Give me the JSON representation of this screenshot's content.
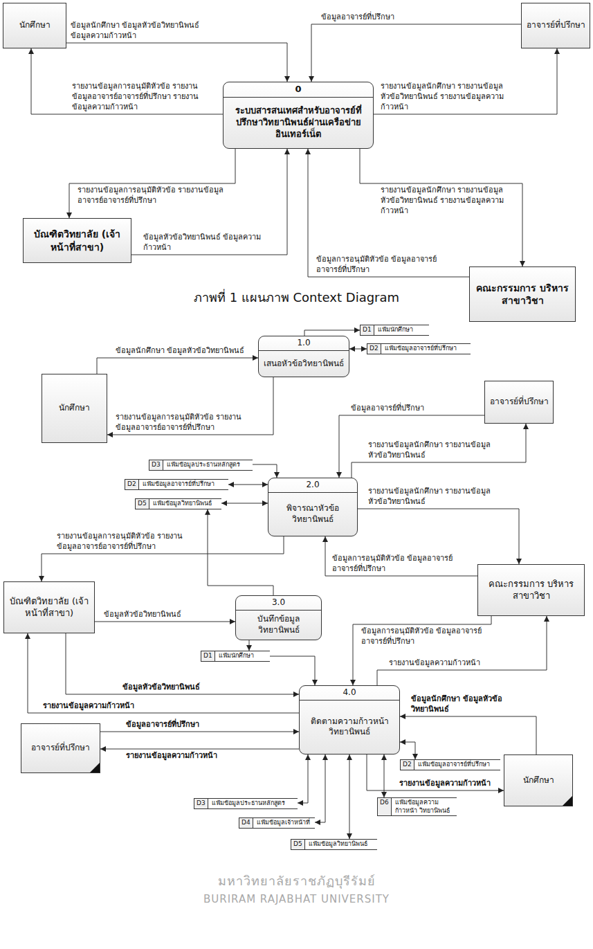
{
  "diagram": {
    "caption": "ภาพที่ 1 แผนภาพ Context Diagram",
    "nodes": [
      {
        "text": [
          "นักศึกษา"
        ]
      },
      {
        "text": [
          "อาจารย์ที่ปรึกษา"
        ]
      },
      {
        "text": [
          "0",
          "ระบบสารสนเทศสำหรับอาจารย์ที่ ปรึกษาวิทยานิพนธ์ผ่านเครือข่าย อินเทอร์เน็ต"
        ]
      },
      {
        "text": [
          "บัณฑิตวิทยาลัย (เจ้าหน้าที่สาขา)"
        ]
      },
      {
        "text": [
          "คณะกรรมการ บริหารสาขาวิชา"
        ]
      },
      {
        "text": [
          "1.0",
          "เสนอหัวข้อวิทยานิพนธ์"
        ]
      },
      {
        "text": [
          "D1",
          "แฟ้มนักศึกษา"
        ]
      },
      {
        "text": [
          "D2",
          "แฟ้มข้อมูลอาจารย์ที่ปรึกษา"
        ]
      },
      {
        "text": [
          "นักศึกษา"
        ]
      },
      {
        "text": [
          "อาจารย์ที่ปรึกษา"
        ]
      },
      {
        "text": [
          "D3",
          "แฟ้มข้อมูลประธานหลักสูตร"
        ]
      },
      {
        "text": [
          "2.0",
          "พิจารณาหัวข้อ วิทยานิพนธ์"
        ]
      },
      {
        "text": [
          "D2",
          "แฟ้มข้อมูลอาจารย์ที่ปรึกษา"
        ]
      },
      {
        "text": [
          "D5",
          "แฟ้มข้อมูลวิทยานิพนธ์"
        ]
      },
      {
        "text": [
          "บัณฑิตวิทยาลัย (เจ้าหน้าที่สาขา)"
        ]
      },
      {
        "text": [
          "3.0",
          "บันทึกข้อมูล วิทยานิพนธ์"
        ]
      },
      {
        "text": [
          "คณะกรรมการ บริหารสาขาวิชา"
        ]
      },
      {
        "text": [
          "D1",
          "แฟ้มนักศึกษา"
        ]
      },
      {
        "text": [
          "4.0",
          "ติดตามความก้าวหน้า วิทยานิพนธ์"
        ]
      },
      {
        "text": [
          "อาจารย์ที่ปรึกษา"
        ]
      },
      {
        "text": [
          "D2",
          "แฟ้มข้อมูลอาจารย์ที่ปรึกษา"
        ]
      },
      {
        "text": [
          "นักศึกษา"
        ]
      },
      {
        "text": [
          "D3",
          "แฟ้มข้อมูลประธานหลักสูตร"
        ]
      },
      {
        "text": [
          "D6",
          "แฟ้มข้อมูลความก้าวหน้า วิทยานิพนธ์"
        ]
      },
      {
        "text": [
          "D4",
          "แฟ้มข้อมูลเจ้าหน้าที่"
        ]
      },
      {
        "text": [
          "D5",
          "แฟ้มข้อมูลวิทยานิพนธ์"
        ]
      }
    ],
    "edges": [
      {
        "from": 0,
        "to": 2,
        "arrow": "to",
        "label": "ข้อมูลนักศึกษา ข้อมูลหัวข้อวิทยานิพนธ์ ข้อมูลความก้าวหน้า"
      },
      {
        "from": 1,
        "to": 2,
        "arrow": "to",
        "label": "ข้อมูลอาจารย์ที่ปรึกษา"
      },
      {
        "from": 2,
        "to": 0,
        "arrow": "to",
        "label": "รายงานข้อมูลการอนุมัติหัวข้อ รายงานข้อมูลอาจารย์อาจารย์ที่ปรึกษา รายงานข้อมูลความก้าวหน้า"
      },
      {
        "from": 2,
        "to": 1,
        "arrow": "to",
        "label": "รายงานข้อมูลนักศึกษา รายงานข้อมูลหัวข้อวิทยานิพนธ์ รายงานข้อมูลความก้าวหน้า"
      },
      {
        "from": 2,
        "to": 3,
        "arrow": "to",
        "label": "รายงานข้อมูลการอนุมัติหัวข้อ รายงานข้อมูลอาจารย์อาจารย์ที่ปรึกษา"
      },
      {
        "from": 2,
        "to": 4,
        "arrow": "to",
        "label": "รายงานข้อมูลนักศึกษา รายงานข้อมูลหัวข้อวิทยานิพนธ์ รายงานข้อมูลความก้าวหน้า"
      },
      {
        "from": 3,
        "to": 2,
        "arrow": "to",
        "label": "ข้อมูลหัวข้อวิทยานิพนธ์ ข้อมูลความก้าวหน้า"
      },
      {
        "from": 4,
        "to": 2,
        "arrow": "to",
        "label": "ข้อมูลการอนุมัติหัวข้อ ข้อมูลอาจารย์อาจารย์ที่ปรึกษา"
      },
      {
        "from": 8,
        "to": 5,
        "arrow": "to",
        "label": "ข้อมูลนักศึกษา ข้อมูลหัวข้อวิทยานิพนธ์"
      },
      {
        "from": 5,
        "to": 8,
        "arrow": "to",
        "label": "รายงานข้อมูลการอนุมัติหัวข้อ รายงานข้อมูลอาจารย์อาจารย์ที่ปรึกษา"
      },
      {
        "from": 5,
        "to": 6,
        "arrow": "to"
      },
      {
        "from": 5,
        "to": 7,
        "arrow": "both"
      },
      {
        "from": 9,
        "to": 11,
        "arrow": "to",
        "label": "ข้อมูลอาจารย์ที่ปรึกษา"
      },
      {
        "from": 11,
        "to": 9,
        "arrow": "to",
        "label": "รายงานข้อมูลนักศึกษา รายงานข้อมูลหัวข้อวิทยานิพนธ์"
      },
      {
        "from": 11,
        "to": 16,
        "arrow": "to",
        "label": "รายงานข้อมูลนักศึกษา รายงานข้อมูลหัวข้อวิทยานิพนธ์"
      },
      {
        "from": 16,
        "to": 11,
        "arrow": "to",
        "label": "ข้อมูลการอนุมัติหัวข้อ ข้อมูลอาจารย์อาจารย์ที่ปรึกษา"
      },
      {
        "from": 10,
        "to": 11,
        "arrow": "to"
      },
      {
        "from": 12,
        "to": 11,
        "arrow": "both"
      },
      {
        "from": 13,
        "to": 11,
        "arrow": "both"
      },
      {
        "from": 11,
        "to": 14,
        "arrow": "to",
        "label": "รายงานข้อมูลการอนุมัติหัวข้อ รายงานข้อมูลอาจารย์อาจารย์ที่ปรึกษา"
      },
      {
        "from": 15,
        "to": 13,
        "arrow": "to"
      },
      {
        "from": 14,
        "to": 15,
        "arrow": "to",
        "label": "ข้อมูลหัวข้อวิทยานิพนธ์"
      },
      {
        "from": 15,
        "to": 17,
        "arrow": "to"
      },
      {
        "from": 17,
        "to": 18,
        "arrow": "to"
      },
      {
        "from": 14,
        "to": 18,
        "arrow": "to",
        "label": "ข้อมูลหัวข้อวิทยานิพนธ์"
      },
      {
        "from": 18,
        "to": 14,
        "arrow": "to",
        "label": "รายงานข้อมูลความก้าวหน้า"
      },
      {
        "from": 16,
        "to": 18,
        "arrow": "to",
        "label": "ข้อมูลการอนุมัติหัวข้อ ข้อมูลอาจารย์อาจารย์ที่ปรึกษา"
      },
      {
        "from": 18,
        "to": 16,
        "arrow": "to",
        "label": "รายงานข้อมูลความก้าวหน้า"
      },
      {
        "from": 19,
        "to": 18,
        "arrow": "to",
        "label": "ข้อมูลอาจารย์ที่ปรึกษา"
      },
      {
        "from": 18,
        "to": 19,
        "arrow": "to",
        "label": "รายงานข้อมูลความก้าวหน้า"
      },
      {
        "from": 21,
        "to": 18,
        "arrow": "to",
        "label": "ข้อมูลนักศึกษา ข้อมูลหัวข้อวิทยานิพนธ์"
      },
      {
        "from": 18,
        "to": 20,
        "arrow": "both"
      },
      {
        "from": 18,
        "to": 21,
        "arrow": "to",
        "label": "รายงานข้อมูลความก้าวหน้า"
      },
      {
        "from": 18,
        "to": 22,
        "arrow": "both"
      },
      {
        "from": 18,
        "to": 23,
        "arrow": "both"
      },
      {
        "from": 18,
        "to": 24,
        "arrow": "both"
      },
      {
        "from": 18,
        "to": 25,
        "arrow": "both"
      }
    ],
    "labels": [
      "มหาวิทยาลัยราชภัฏบุรีรัมย์",
      "BURIRAM RAJABHAT UNIVERSITY"
    ]
  }
}
